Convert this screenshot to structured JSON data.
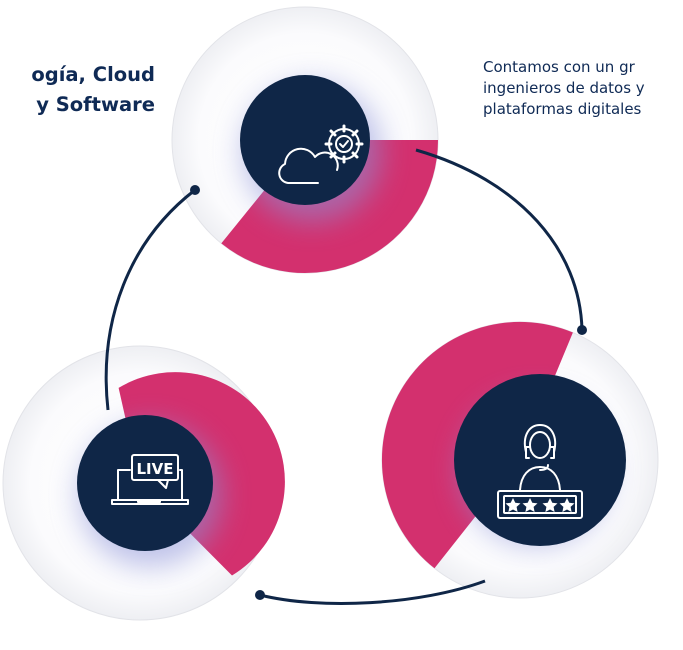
{
  "heading": {
    "line1": "ogía, Cloud",
    "line2": "y Software"
  },
  "description": {
    "line1": "Contamos con un gr",
    "line2": "ingenieros de datos y",
    "line3": "plataformas digitales"
  },
  "icons": {
    "top": "cloud-gear-icon",
    "right": "support-agent-rating-icon",
    "left": "live-laptop-icon"
  },
  "badge": {
    "live_label": "LIVE"
  },
  "colors": {
    "navy": "#0f2647",
    "accent": "#d3306e",
    "text": "#0f2a55"
  }
}
